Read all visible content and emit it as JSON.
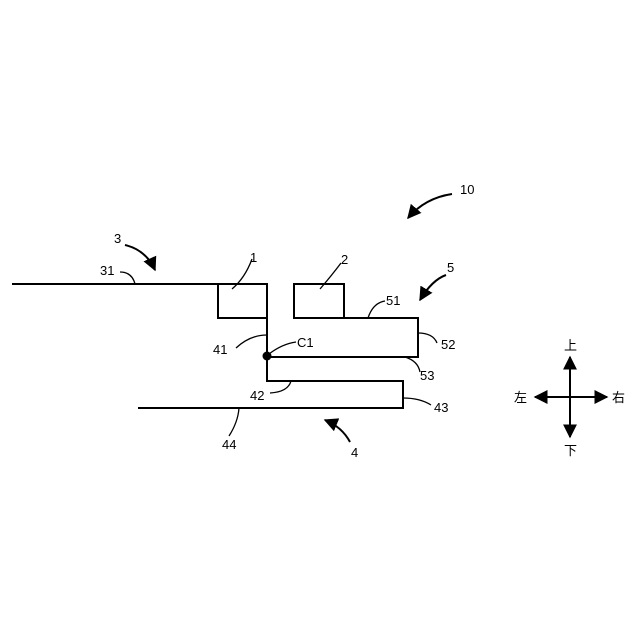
{
  "labels": {
    "assembly": "10",
    "part1": "1",
    "part2": "2",
    "part3": "3",
    "part3_edge": "31",
    "part4": "4",
    "part4_a": "41",
    "part4_b": "42",
    "part4_c": "43",
    "part4_d": "44",
    "part5": "5",
    "part5_a": "51",
    "part5_b": "52",
    "part5_c": "53",
    "point": "C1"
  },
  "directions": {
    "up": "上",
    "down": "下",
    "left": "左",
    "right": "右"
  },
  "colors": {
    "stroke": "#000000",
    "background": "#ffffff"
  }
}
